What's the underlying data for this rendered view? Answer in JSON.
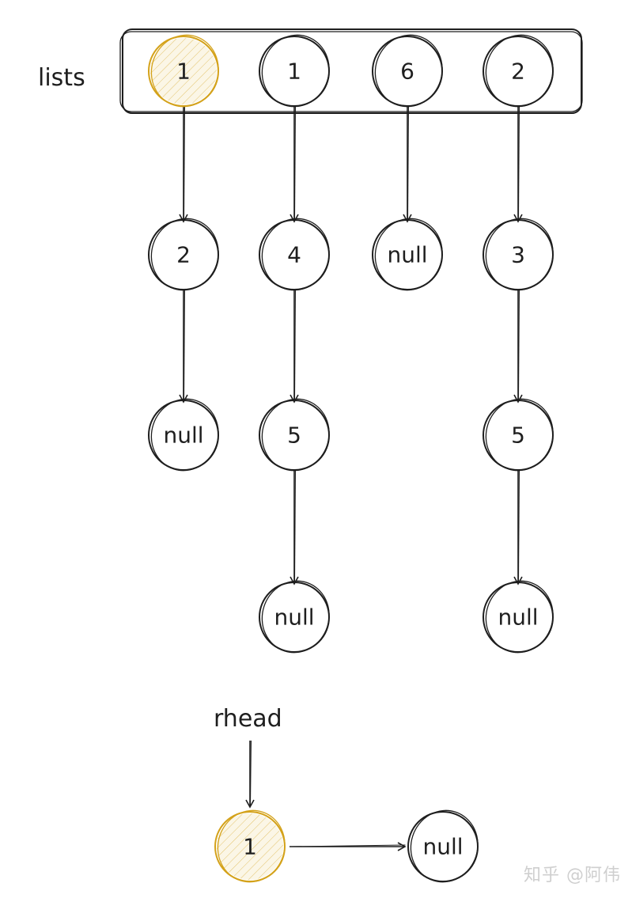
{
  "labels": {
    "lists": "lists",
    "rhead": "rhead"
  },
  "colors": {
    "ink": "#1e1e1e",
    "highlight_stroke": "#d4a21a",
    "highlight_fill": "#f3e4b8"
  },
  "array_cells": [
    {
      "value": "1",
      "highlighted": true
    },
    {
      "value": "1",
      "highlighted": false
    },
    {
      "value": "6",
      "highlighted": false
    },
    {
      "value": "2",
      "highlighted": false
    }
  ],
  "chains": [
    [
      "2",
      "null"
    ],
    [
      "4",
      "5",
      "null"
    ],
    [
      "null"
    ],
    [
      "3",
      "5",
      "null"
    ]
  ],
  "result": {
    "nodes": [
      {
        "value": "1",
        "highlighted": true
      },
      {
        "value": "null",
        "highlighted": false
      }
    ]
  },
  "watermark": "知乎 @阿伟"
}
